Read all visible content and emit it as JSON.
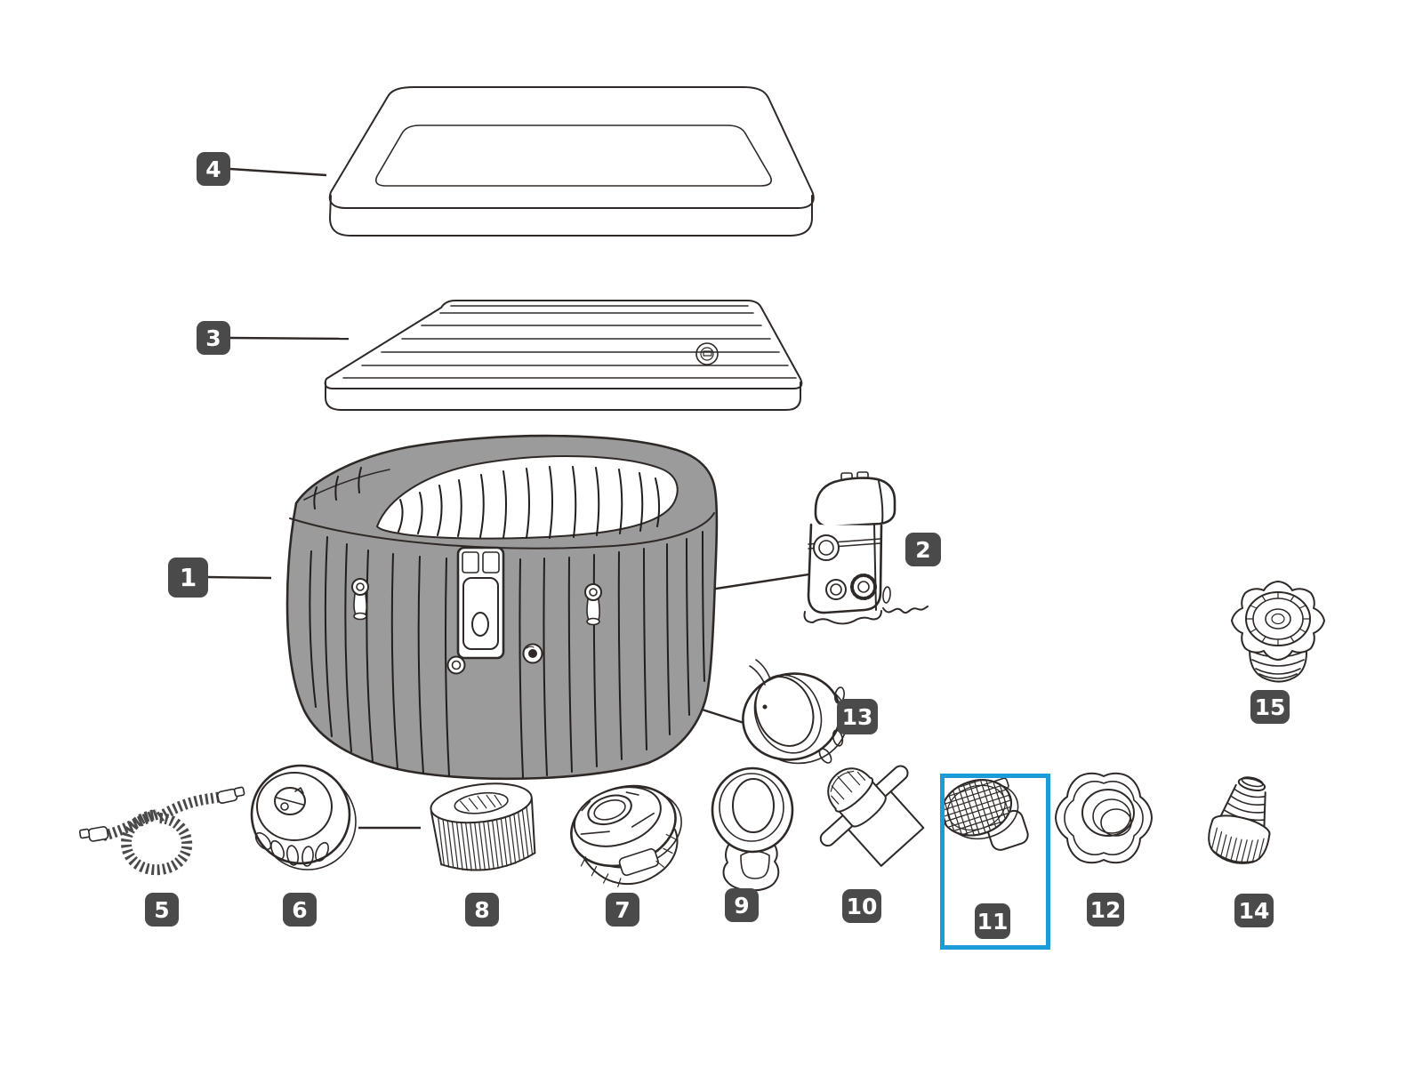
{
  "colors": {
    "background": "#ffffff",
    "line": "#2e2926",
    "tub_fill": "#9b9b9b",
    "badge_bg": "#4a4a4a",
    "badge_text": "#ffffff",
    "highlight": "#1a9cd8"
  },
  "badges": {
    "b1": "1",
    "b2": "2",
    "b3": "3",
    "b4": "4",
    "b5": "5",
    "b6": "6",
    "b7": "7",
    "b8": "8",
    "b9": "9",
    "b10": "10",
    "b11": "11",
    "b12": "12",
    "b13": "13",
    "b14": "14",
    "b15": "15"
  },
  "selection": {
    "selected_part": "11"
  }
}
